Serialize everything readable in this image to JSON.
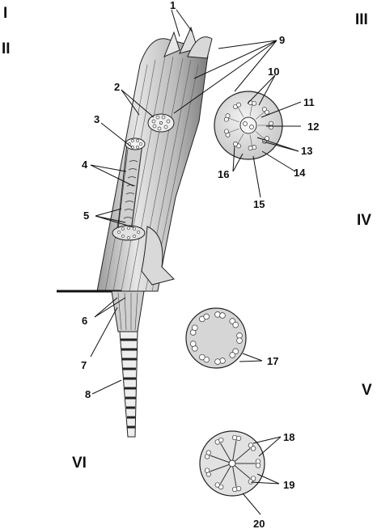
{
  "panel_labels": [
    "I",
    "II",
    "III",
    "IV",
    "V",
    "VI"
  ],
  "callout_numbers": [
    "1",
    "2",
    "3",
    "4",
    "5",
    "6",
    "7",
    "8",
    "9",
    "10",
    "11",
    "12",
    "13",
    "14",
    "15",
    "16",
    "17",
    "18",
    "19",
    "20"
  ]
}
